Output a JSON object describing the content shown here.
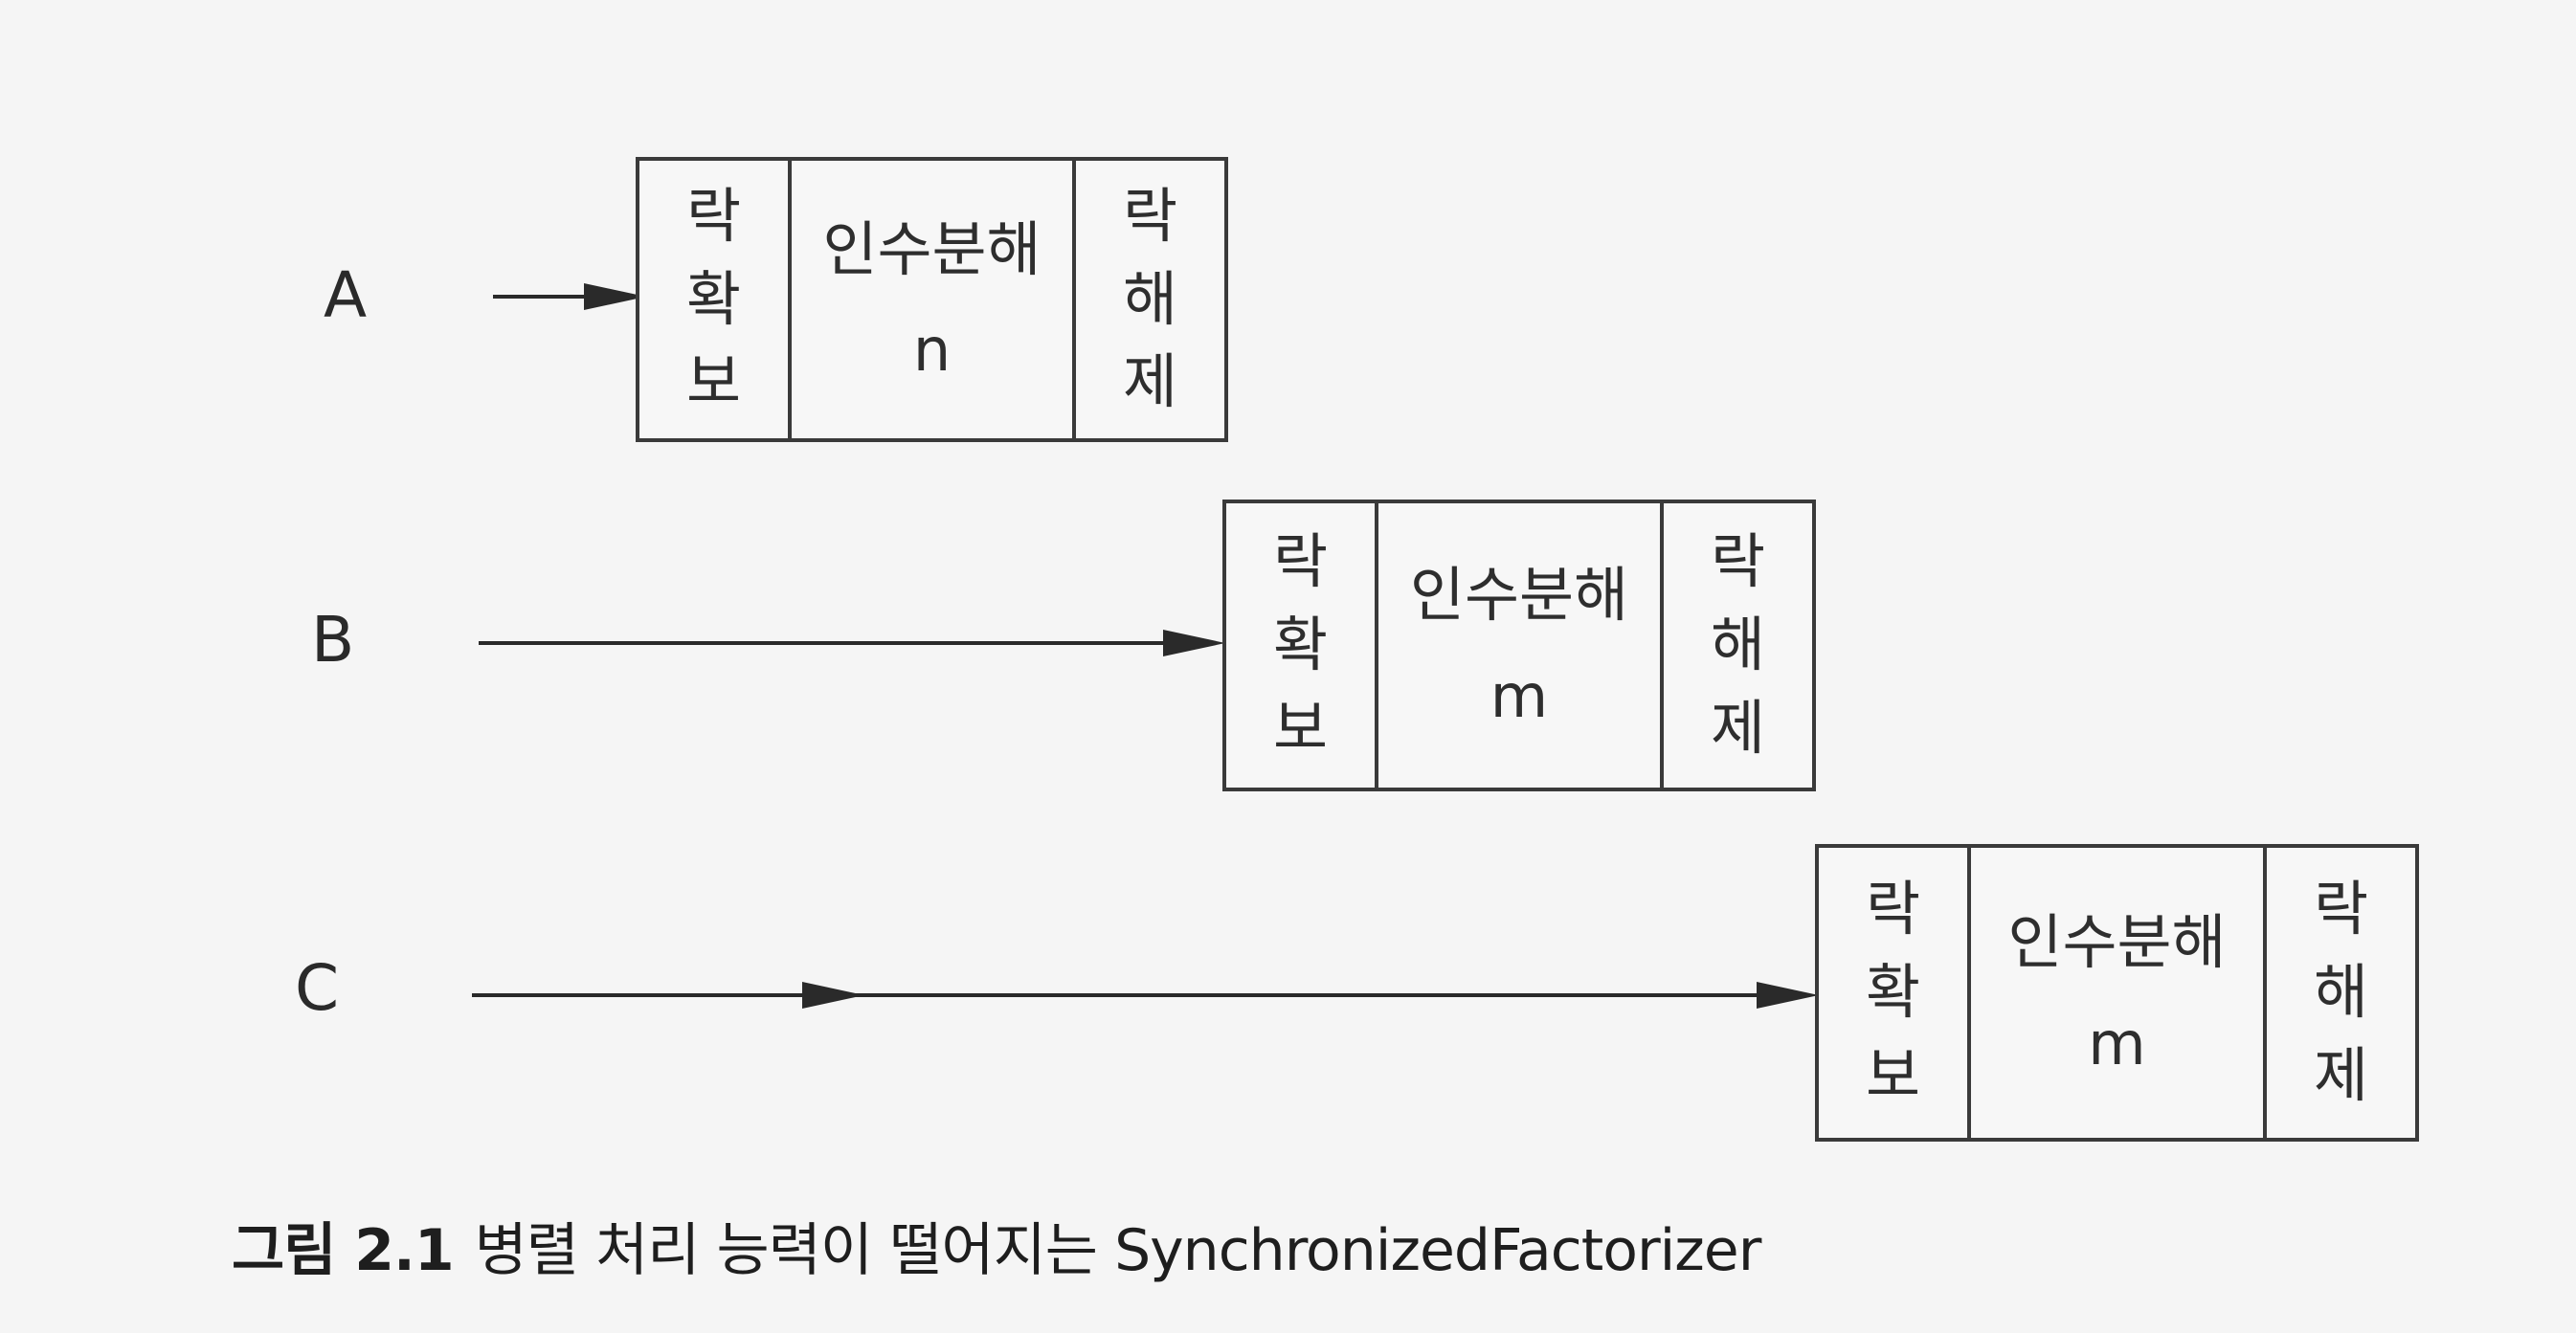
{
  "figure": {
    "rows": [
      {
        "id": "A",
        "label": "A",
        "lock_chars": [
          "락",
          "확",
          "보"
        ],
        "work_label": "인수분해",
        "work_var": "n",
        "unlock_chars": [
          "락",
          "해",
          "제"
        ]
      },
      {
        "id": "B",
        "label": "B",
        "lock_chars": [
          "락",
          "확",
          "보"
        ],
        "work_label": "인수분해",
        "work_var": "m",
        "unlock_chars": [
          "락",
          "해",
          "제"
        ]
      },
      {
        "id": "C",
        "label": "C",
        "lock_chars": [
          "락",
          "확",
          "보"
        ],
        "work_label": "인수분해",
        "work_var": "m",
        "unlock_chars": [
          "락",
          "해",
          "제"
        ]
      }
    ],
    "caption_number": "그림 2.1",
    "caption_text": "병렬 처리 능력이 떨어지는 SynchronizedFactorizer"
  },
  "colors": {
    "ink": "#2a2a2a",
    "paper": "#f5f5f5"
  }
}
